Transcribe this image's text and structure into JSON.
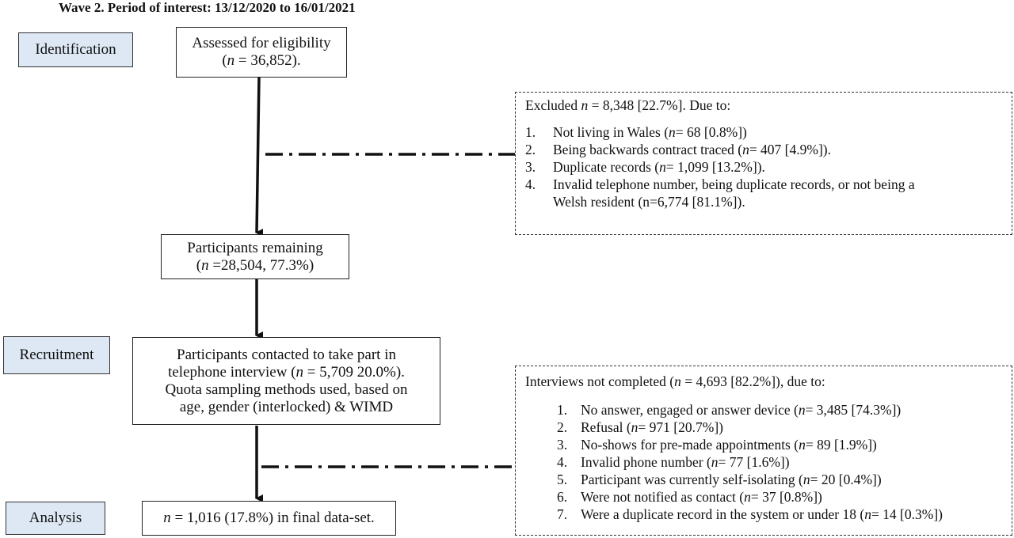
{
  "title": "Wave 2. Period of interest:  13/12/2020 to 16/01/2021",
  "stages": {
    "identification": "Identification",
    "recruitment": "Recruitment",
    "analysis": "Analysis"
  },
  "boxes": {
    "assessed": {
      "line1": "Assessed for eligibility",
      "line2_pre": "(",
      "n_label": "n",
      "line2_post": " = 36,852)."
    },
    "remaining": {
      "line1": "Participants remaining",
      "line2_pre": "(",
      "n_label": "n",
      "line2_post": " =28,504, 77.3%)"
    },
    "contacted": {
      "line1": "Participants contacted to take part in",
      "line2_pre": "telephone interview (",
      "n_label": "n",
      "line2_post": " = 5,709 20.0%).",
      "line3": "Quota sampling methods used, based on",
      "line4": "age, gender (interlocked) & WIMD"
    },
    "final": {
      "n_label": "n",
      "text": " = 1,016 (17.8%) in final data-set."
    }
  },
  "excluded": {
    "head_pre": "Excluded ",
    "n_label": "n",
    "head_post": " = 8,348 [22.7%]. Due to:",
    "items": [
      {
        "num": "1.",
        "pre": "Not living in Wales (",
        "n": "n",
        "post": " = 68 [0.8%])"
      },
      {
        "num": "2.",
        "pre": "Being backwards contract traced (",
        "n": "n",
        "post": " = 407 [4.9%])."
      },
      {
        "num": "3.",
        "pre": "Duplicate records (",
        "n": "n",
        "post": " = 1,099 [13.2%])."
      },
      {
        "num": "4.",
        "pre": "Invalid telephone number, being duplicate records, or not being a",
        "n": "",
        "post": ""
      }
    ],
    "item4_line2": "Welsh resident (n=6,774 [81.1%])."
  },
  "not_completed": {
    "head_pre": "Interviews not completed (",
    "n_label": "n",
    "head_post": " = 4,693 [82.2%]), due to:",
    "items": [
      {
        "num": "1.",
        "pre": "No answer, engaged or answer device (",
        "n": "n",
        "post": " = 3,485 [74.3%])"
      },
      {
        "num": "2.",
        "pre": "Refusal (",
        "n": "n",
        "post": " = 971 [20.7%])"
      },
      {
        "num": "3.",
        "pre": "No-shows for pre-made appointments (",
        "n": "n",
        "post": " = 89 [1.9%])"
      },
      {
        "num": "4.",
        "pre": "Invalid phone number (",
        "n": "n",
        "post": " = 77 [1.6%])"
      },
      {
        "num": "5.",
        "pre": "Participant was currently self-isolating (",
        "n": "n",
        "post": " = 20 [0.4%])"
      },
      {
        "num": "6.",
        "pre": "Were not notified as contact (",
        "n": "n",
        "post": " = 37 [0.8%])"
      },
      {
        "num": "7.",
        "pre": "Were a duplicate record in the system or under 18 (",
        "n": "n",
        "post": " = 14 [0.3%])"
      }
    ]
  }
}
